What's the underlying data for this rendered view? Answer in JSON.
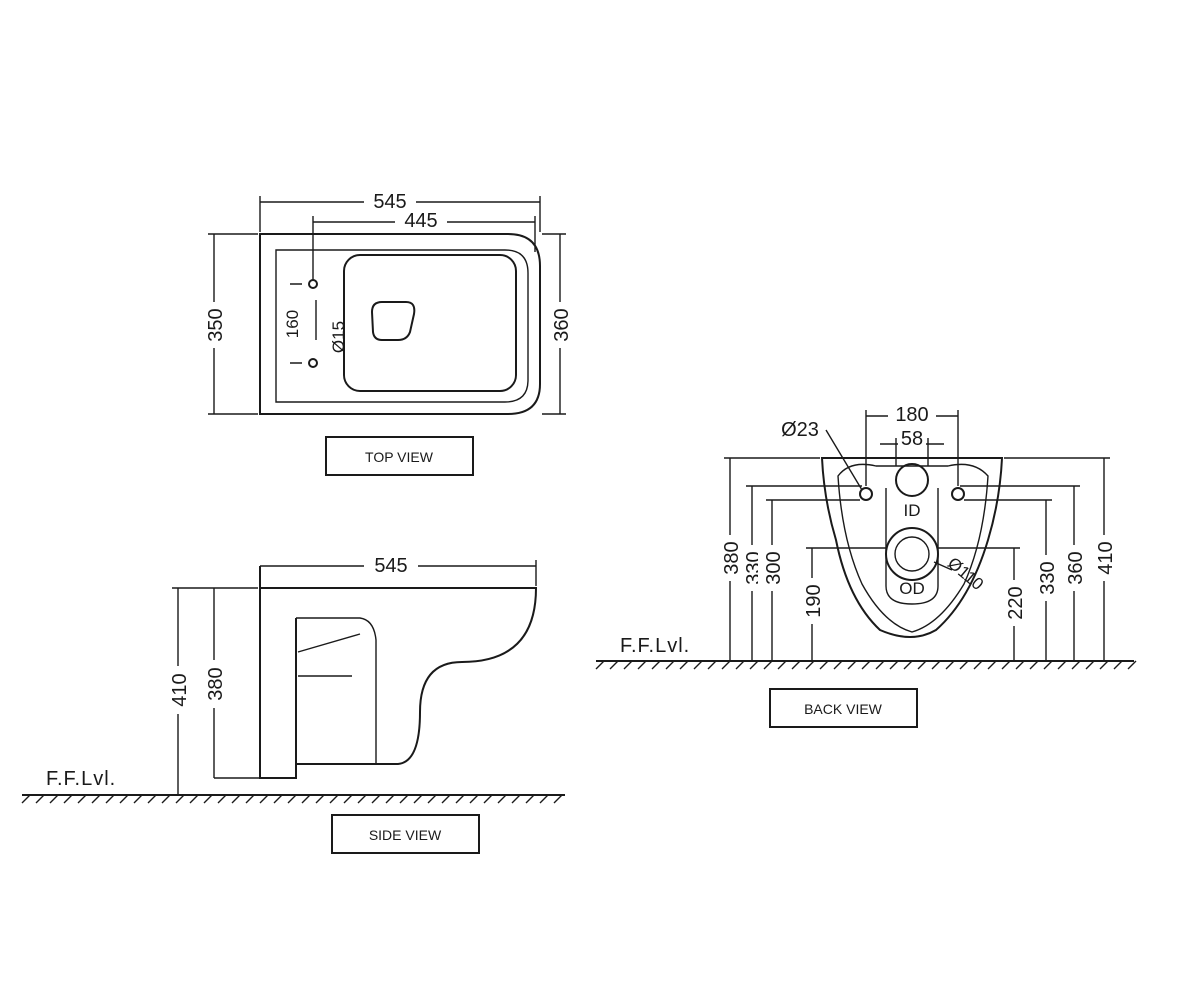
{
  "top_view": {
    "label": "TOP VIEW",
    "dim_overall_length": "545",
    "dim_inner_length": "445",
    "dim_width_left": "350",
    "dim_width_right": "360",
    "dim_hole_spacing": "160",
    "dim_hole_dia": "Ø15"
  },
  "side_view": {
    "label": "SIDE VIEW",
    "dim_length": "545",
    "dim_height_total": "410",
    "dim_height_rim": "380",
    "floor_label": "F.F.Lvl."
  },
  "back_view": {
    "label": "BACK VIEW",
    "floor_label": "F.F.Lvl.",
    "dim_bolt_spacing": "180",
    "dim_inlet": "58",
    "dim_bolt_dia": "Ø23",
    "dim_outlet_dia": "Ø110",
    "id_label": "ID",
    "od_label": "OD",
    "left_dims": [
      "380",
      "330",
      "300",
      "190"
    ],
    "right_dims": [
      "220",
      "330",
      "360",
      "410"
    ]
  }
}
